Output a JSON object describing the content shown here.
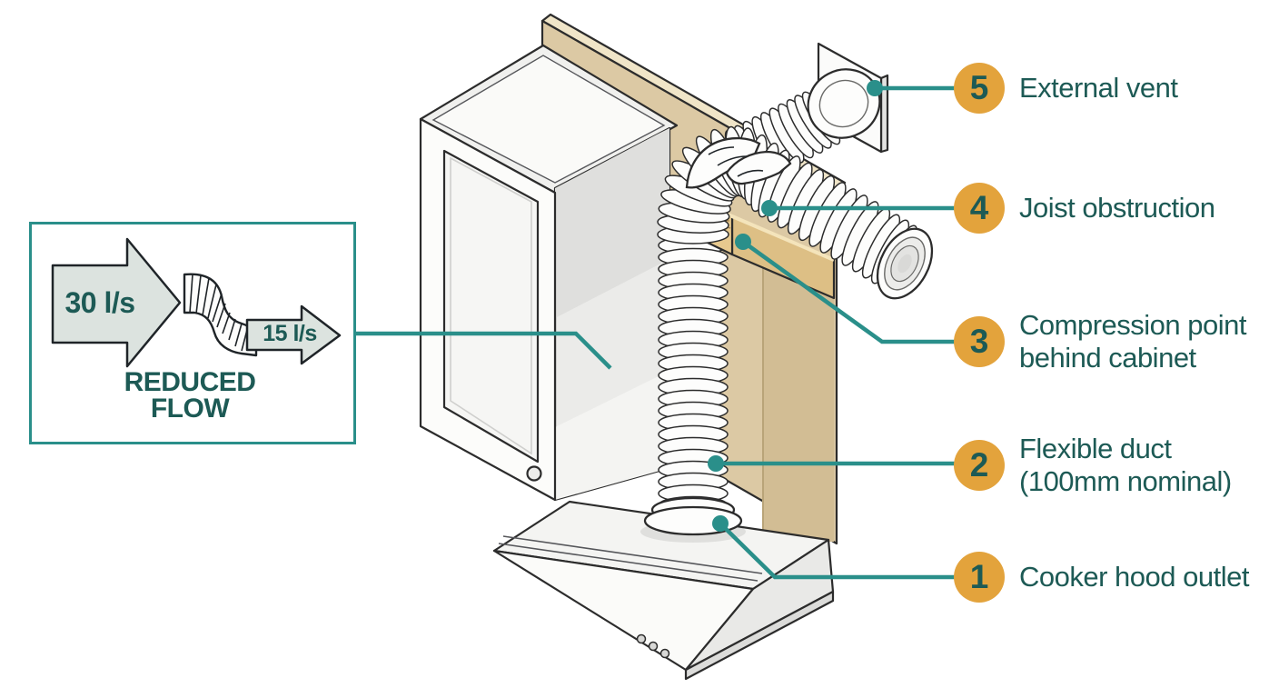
{
  "colors": {
    "teal-text": "#1d5a55",
    "leader": "#2a8f8a",
    "badge": "#e3a33c",
    "badge-number": "#1d5a55",
    "outline": "#2c2c2c",
    "duct": "#fdfdfc",
    "wall": "#dcc9a4",
    "wall-light": "#f0e5c8",
    "wall-dark": "#d2bd94",
    "wood": "#e7c98e",
    "wood-dark": "#ddbf85",
    "arrow-fill": "#dce3df"
  },
  "inset": {
    "flow_in": "30 l/s",
    "flow_out": "15 l/s",
    "caption_line1": "REDUCED",
    "caption_line2": "FLOW"
  },
  "callouts": [
    {
      "number": "5",
      "line1": "External vent",
      "line2": ""
    },
    {
      "number": "4",
      "line1": "Joist obstruction",
      "line2": ""
    },
    {
      "number": "3",
      "line1": "Compression point",
      "line2": "behind cabinet"
    },
    {
      "number": "2",
      "line1": "Flexible duct",
      "line2": "(100mm nominal)"
    },
    {
      "number": "1",
      "line1": "Cooker hood outlet",
      "line2": ""
    }
  ]
}
